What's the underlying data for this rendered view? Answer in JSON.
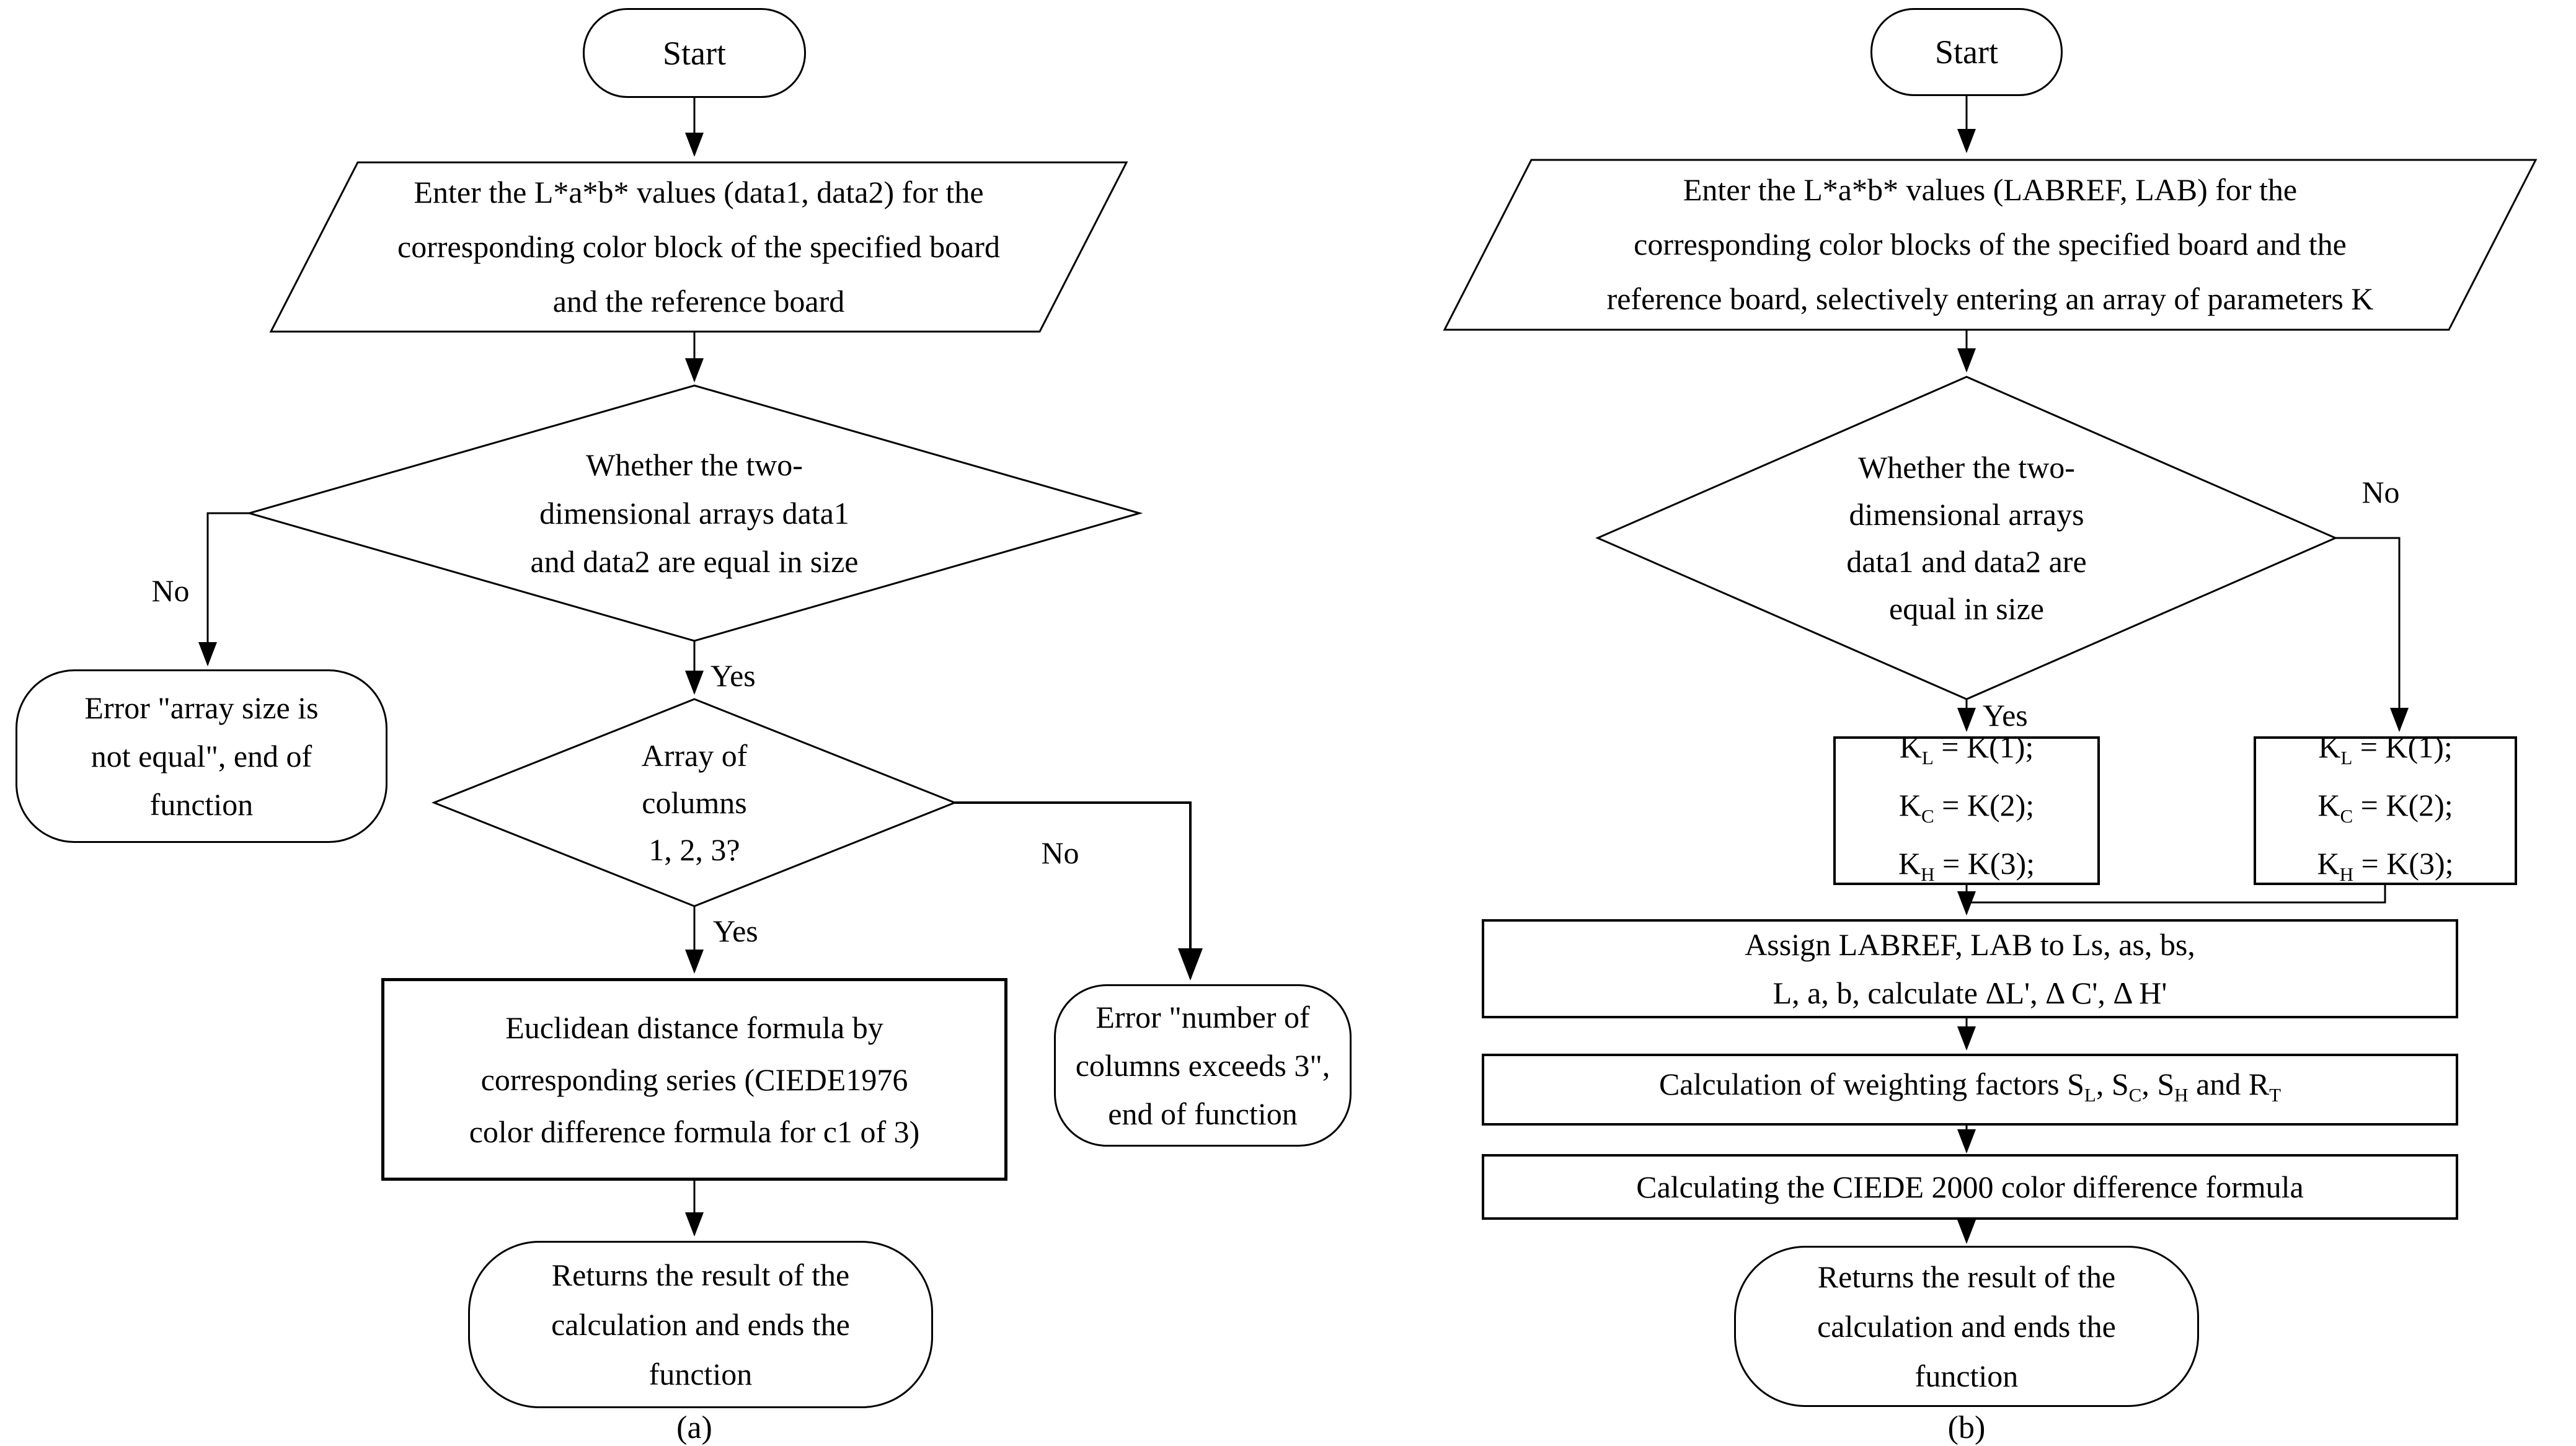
{
  "figure": {
    "caption_a": "(a)",
    "caption_b": "(b)"
  },
  "flowchart_a": {
    "start": "Start",
    "input_lines": [
      "Enter the L*a*b* values (data1, data2) for the",
      "corresponding color block of the specified board",
      "and the reference board"
    ],
    "decision_size": {
      "lines": [
        "Whether the two-",
        "dimensional arrays data1",
        "and data2 are equal in size"
      ],
      "yes": "Yes",
      "no": "No"
    },
    "error_size_lines": [
      "Error \"array size is",
      "not equal\", end of",
      "function"
    ],
    "decision_columns": {
      "lines": [
        "Array of",
        "columns",
        "1, 2, 3?"
      ],
      "yes": "Yes",
      "no": "No"
    },
    "process_lines": [
      "Euclidean distance formula by",
      "corresponding series (CIEDE1976",
      "color difference formula for c1 of 3)"
    ],
    "error_columns_lines": [
      "Error \"number of",
      "columns exceeds 3\",",
      "end of function"
    ],
    "end_lines": [
      "Returns the result of the",
      "calculation  and ends the",
      "function"
    ]
  },
  "flowchart_b": {
    "start": "Start",
    "input_lines": [
      "Enter the L*a*b* values (LABREF, LAB) for the",
      "corresponding color blocks of the specified board and the",
      "reference board, selectively  entering  an array of parameters K"
    ],
    "decision_size": {
      "lines": [
        "Whether the two-",
        "dimensional  arrays",
        "data1 and data2 are",
        "equal in size"
      ],
      "yes": "Yes",
      "no": "No"
    },
    "k_left_lines_html": [
      "K<sub>L</sub> = K(1);",
      "K<sub>C</sub> = K(2);",
      "K<sub>H</sub> = K(3);"
    ],
    "k_right_lines_html": [
      "K<sub>L</sub> = K(1);",
      "K<sub>C</sub> = K(2);",
      "K<sub>H</sub> = K(3);"
    ],
    "assign_lines": [
      "Assign LABREF, LAB to Ls, as, bs,",
      "L, a, b, calculate  ΔL', Δ C', Δ H'"
    ],
    "weighting_line_html": "Calculation  of weighting  factors S<sub>L</sub>, S<sub>C</sub>, S<sub>H</sub> and R<sub>T</sub>",
    "ciede_line": "Calculating  the CIEDE 2000 color difference formula",
    "end_lines": [
      "Returns the result of the",
      "calculation  and ends the",
      "function"
    ]
  }
}
